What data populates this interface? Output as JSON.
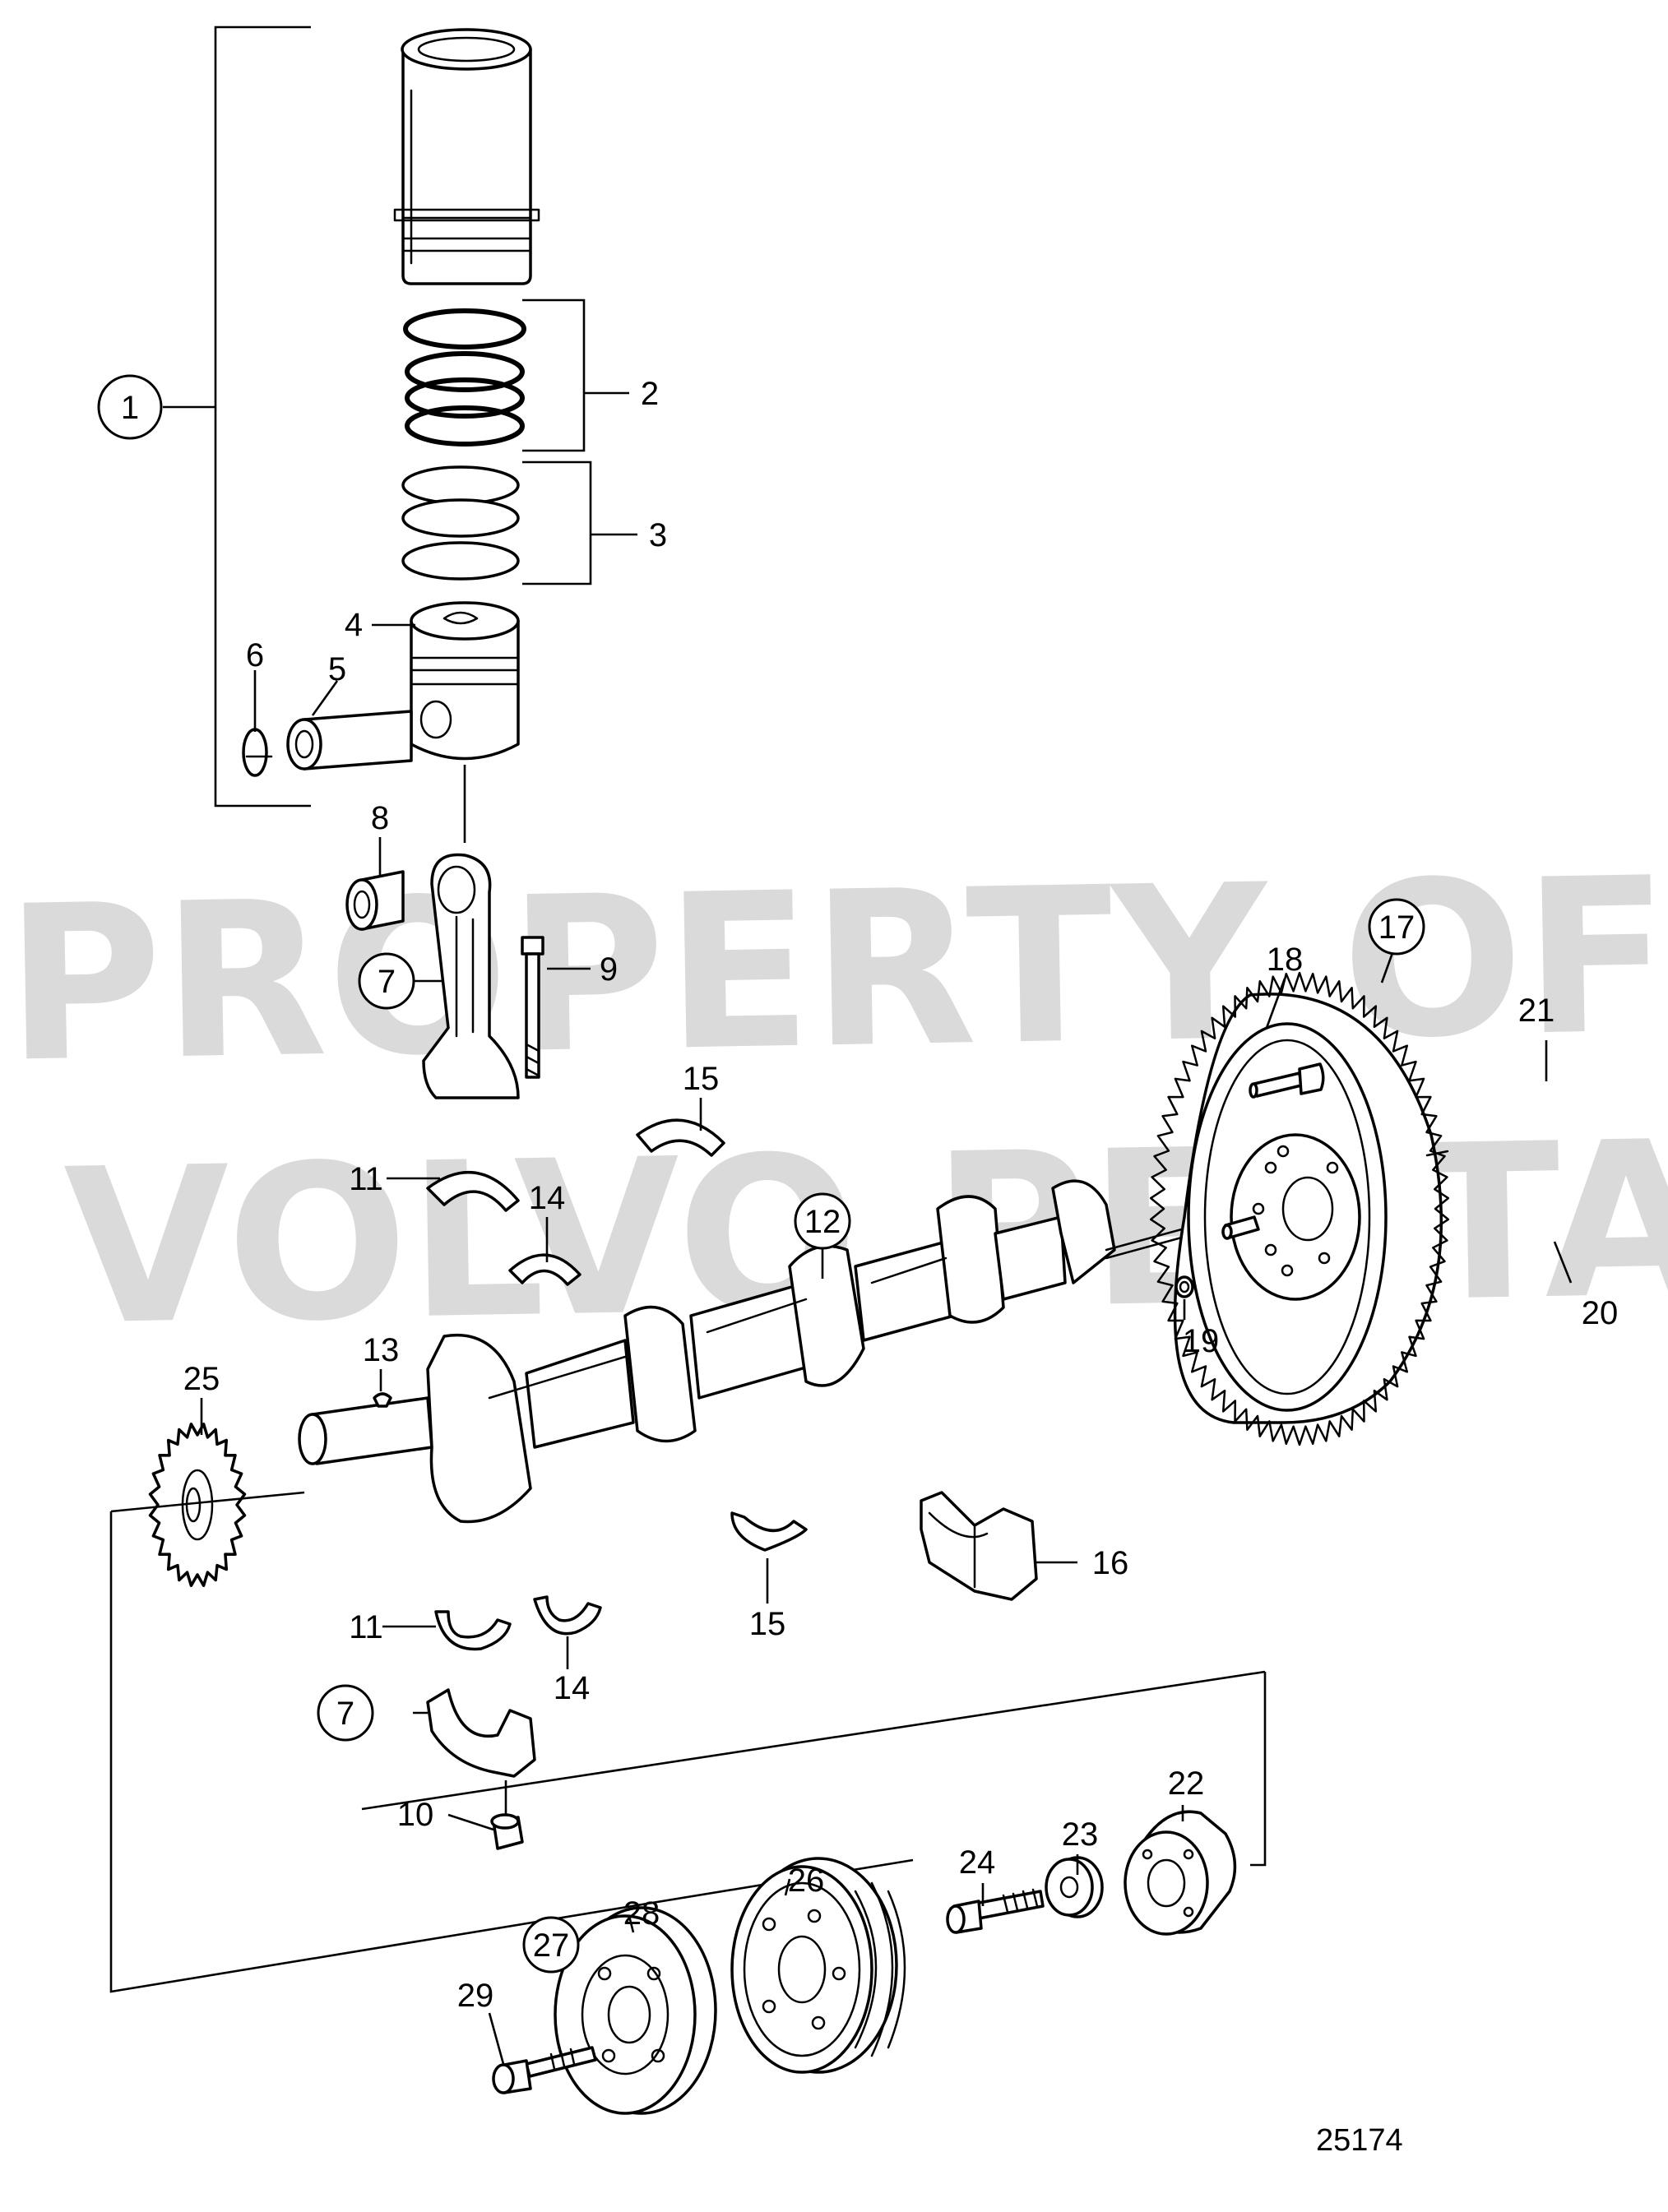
{
  "watermark": {
    "line1": "PROPERTY OF",
    "line2": "VOLVO PENTA"
  },
  "document_number": "25174",
  "callouts": [
    {
      "id": "c1",
      "text": "1",
      "circled": true
    },
    {
      "id": "c2",
      "text": "2",
      "circled": false
    },
    {
      "id": "c3",
      "text": "3",
      "circled": false
    },
    {
      "id": "c4",
      "text": "4",
      "circled": false
    },
    {
      "id": "c5",
      "text": "5",
      "circled": false
    },
    {
      "id": "c6",
      "text": "6",
      "circled": false
    },
    {
      "id": "c7a",
      "text": "7",
      "circled": true
    },
    {
      "id": "c7b",
      "text": "7",
      "circled": true
    },
    {
      "id": "c8",
      "text": "8",
      "circled": false
    },
    {
      "id": "c9",
      "text": "9",
      "circled": false
    },
    {
      "id": "c10",
      "text": "10",
      "circled": false
    },
    {
      "id": "c11a",
      "text": "11",
      "circled": false
    },
    {
      "id": "c11b",
      "text": "11",
      "circled": false
    },
    {
      "id": "c12",
      "text": "12",
      "circled": true
    },
    {
      "id": "c13",
      "text": "13",
      "circled": false
    },
    {
      "id": "c14a",
      "text": "14",
      "circled": false
    },
    {
      "id": "c14b",
      "text": "14",
      "circled": false
    },
    {
      "id": "c15a",
      "text": "15",
      "circled": false
    },
    {
      "id": "c15b",
      "text": "15",
      "circled": false
    },
    {
      "id": "c16",
      "text": "16",
      "circled": false
    },
    {
      "id": "c17",
      "text": "17",
      "circled": true
    },
    {
      "id": "c18",
      "text": "18",
      "circled": false
    },
    {
      "id": "c19",
      "text": "19",
      "circled": false
    },
    {
      "id": "c20",
      "text": "20",
      "circled": false
    },
    {
      "id": "c21",
      "text": "21",
      "circled": false
    },
    {
      "id": "c22",
      "text": "22",
      "circled": false
    },
    {
      "id": "c23",
      "text": "23",
      "circled": false
    },
    {
      "id": "c24",
      "text": "24",
      "circled": false
    },
    {
      "id": "c25",
      "text": "25",
      "circled": false
    },
    {
      "id": "c26",
      "text": "26",
      "circled": false
    },
    {
      "id": "c27",
      "text": "27",
      "circled": true
    },
    {
      "id": "c28",
      "text": "28",
      "circled": false
    },
    {
      "id": "c29",
      "text": "29",
      "circled": false
    }
  ]
}
